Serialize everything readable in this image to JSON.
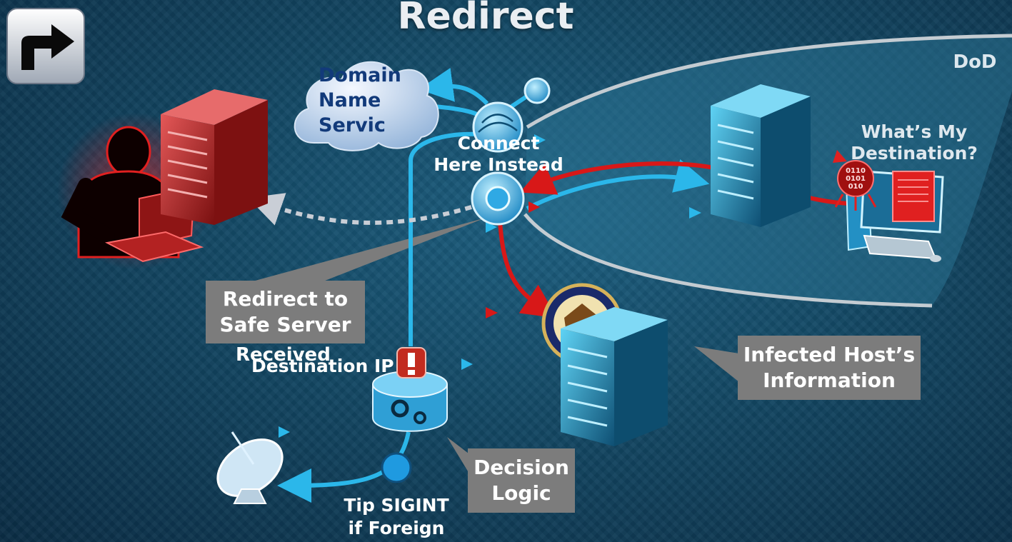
{
  "title": "Redirect",
  "region_label": "DoD",
  "dns_label": [
    "Domain",
    "Name",
    "Servic"
  ],
  "connect_label": [
    "Connect",
    "Here Instead"
  ],
  "whats_my_destination": [
    "What’s My",
    "Destination?"
  ],
  "redirect_box": [
    "Redirect to",
    "Safe Server"
  ],
  "received_label": "Received",
  "destination_ip_label": "Destination IP",
  "infected_host_box": [
    "Infected Host’s",
    "Information"
  ],
  "decision_logic_box": [
    "Decision",
    "Logic"
  ],
  "tip_sigint_label": [
    "Tip SIGINT",
    "if Foreign"
  ],
  "binary_badge": [
    "0110",
    "0101",
    "010"
  ],
  "colors": {
    "threat_red": "#d81818",
    "flow_blue": "#2bb7ea",
    "box_gray": "#7c7c7c",
    "dod_region": "#2a7190"
  }
}
